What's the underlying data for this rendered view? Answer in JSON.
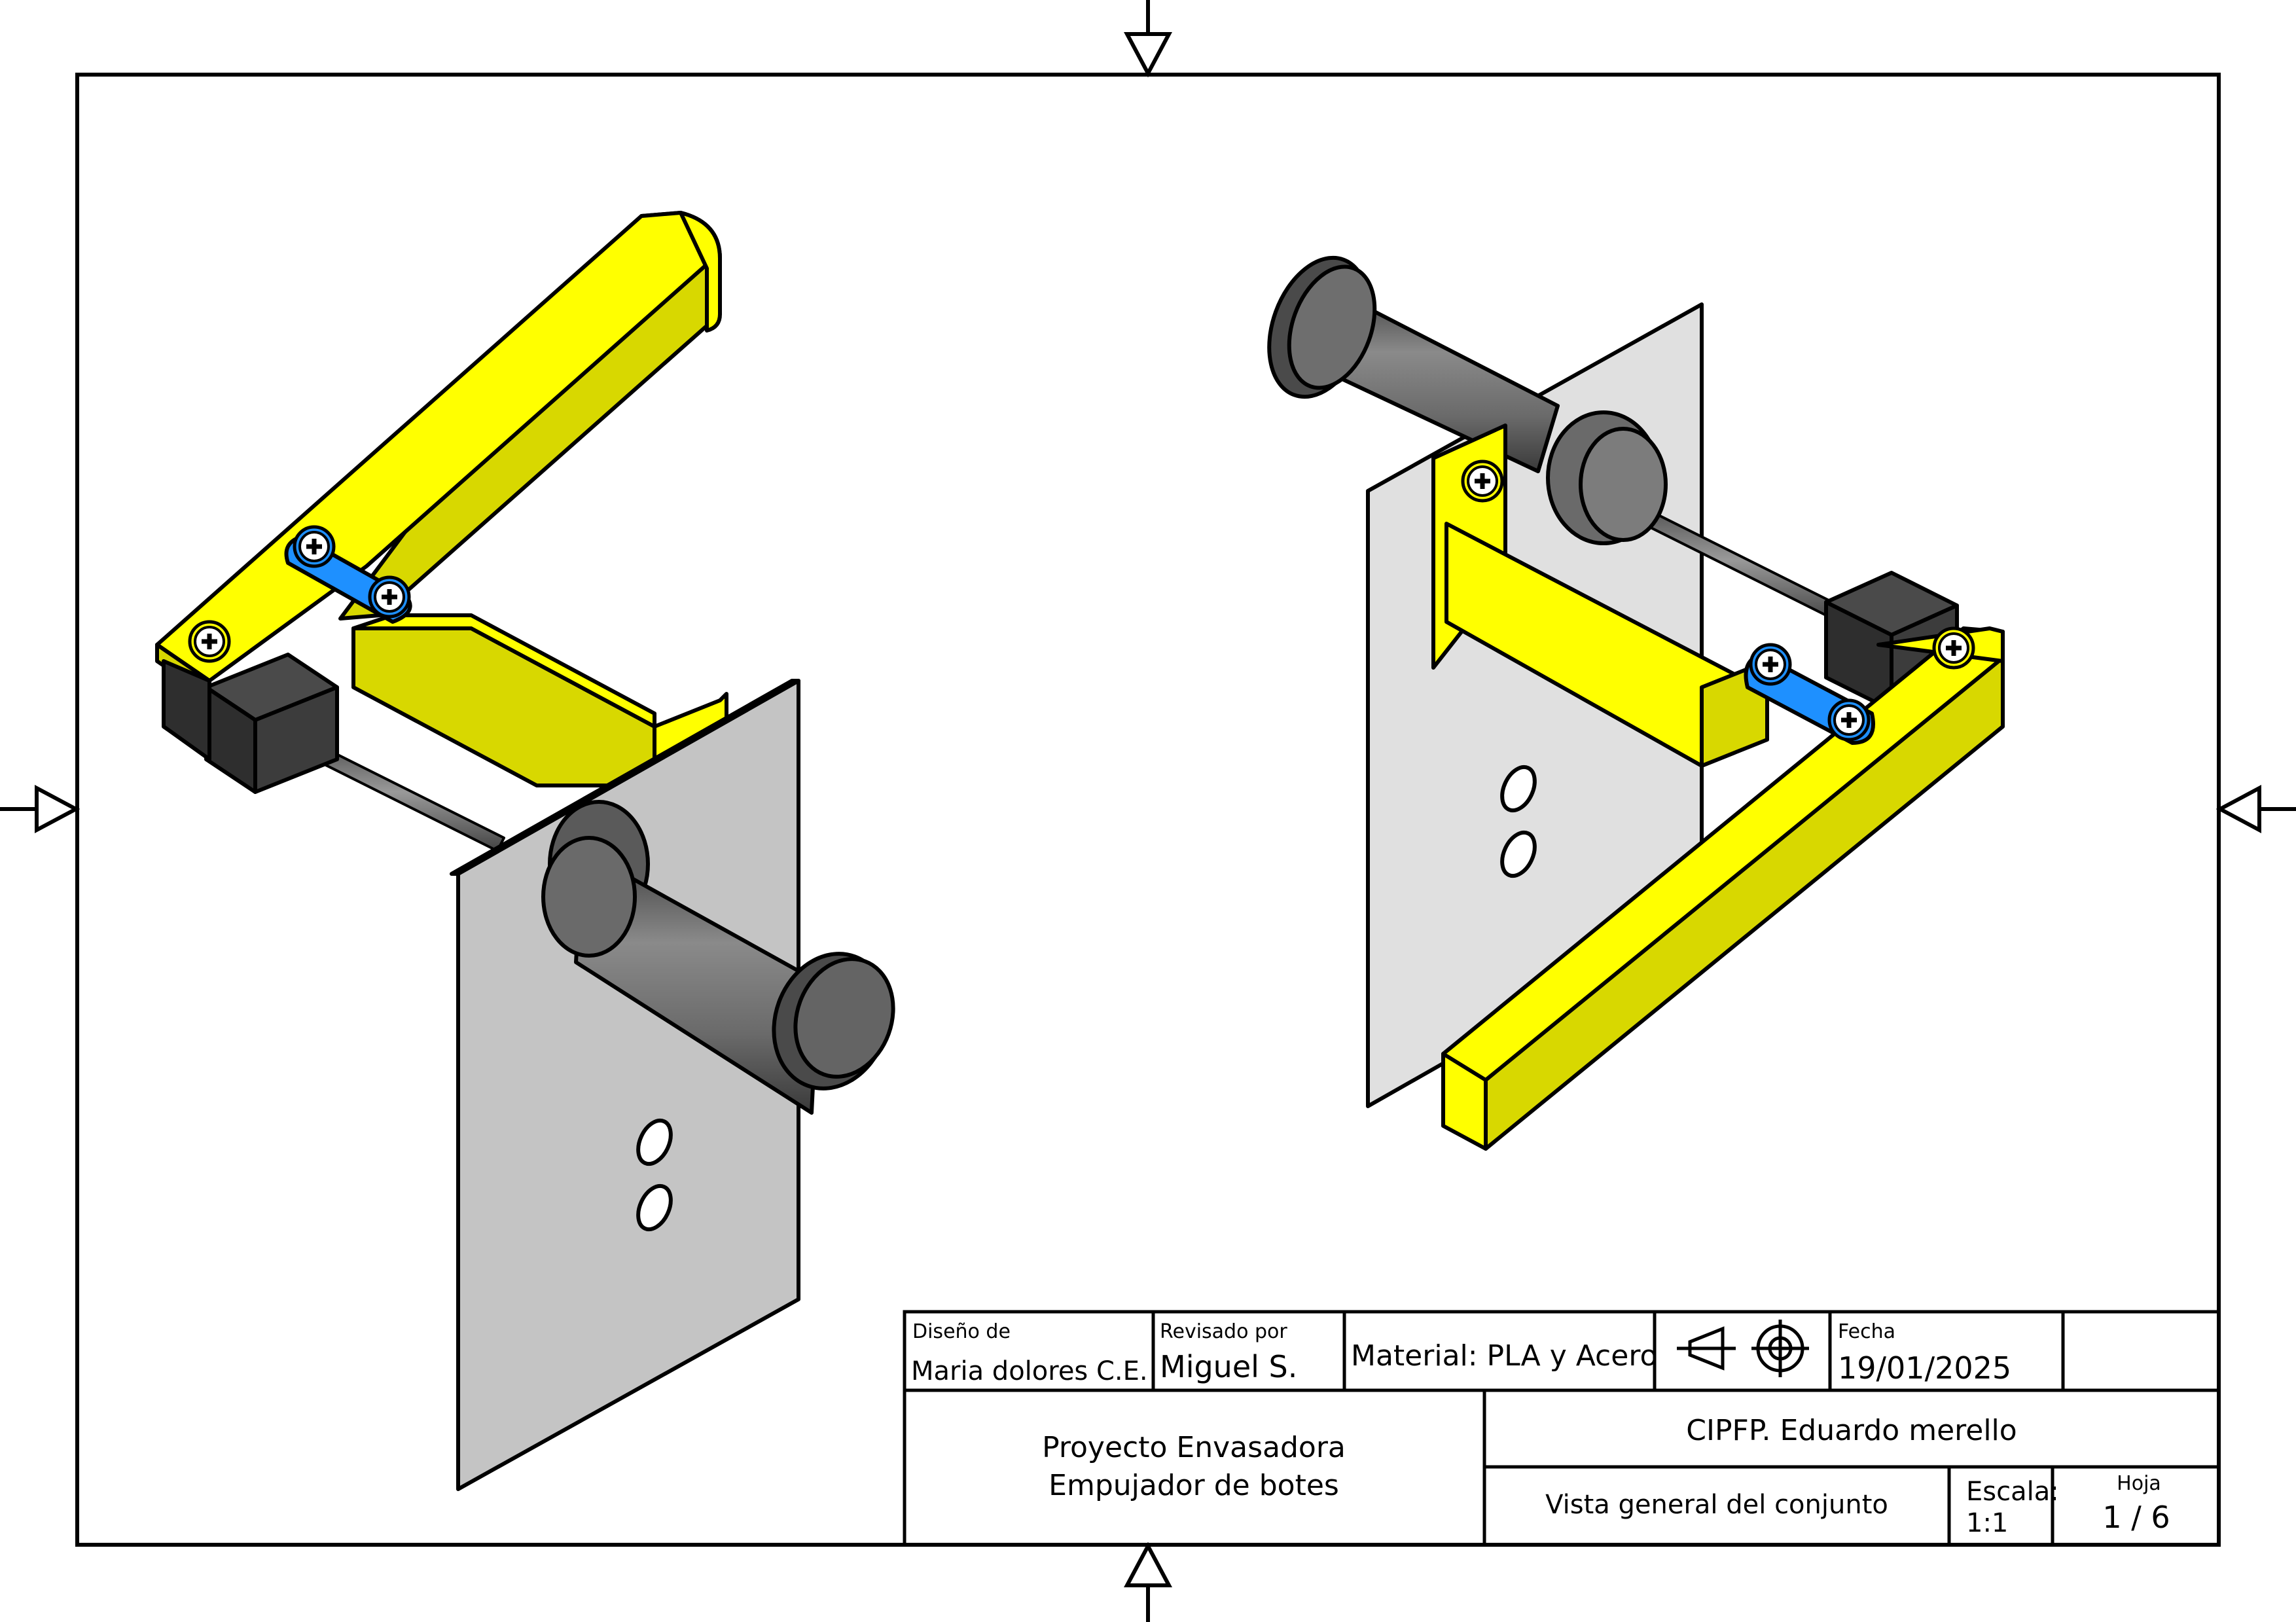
{
  "title_block": {
    "design_label": "Diseño de",
    "design_value": "Maria dolores C.E.",
    "reviewed_label": "Revisado por",
    "reviewed_value": "Miguel S.",
    "material": "Material: PLA y Acero",
    "date_label": "Fecha",
    "date_value": "19/01/2025",
    "project_line1": "Proyecto Envasadora",
    "project_line2": "Empujador de botes",
    "institution": "CIPFP. Eduardo merello",
    "view_title": "Vista general del conjunto",
    "scale_label": "Escala:",
    "scale_value": "1:1",
    "sheet_label": "Hoja",
    "sheet_value": "1 / 6"
  },
  "colors": {
    "frame": "#000000",
    "yellow_part": "#ffff00",
    "yellow_shade": "#d8d800",
    "blue_link": "#1e90ff",
    "steel_dark": "#555555",
    "steel_mid": "#6e6e6e",
    "plate_light": "#e0e0e0",
    "plate_mid": "#c4c4c4",
    "block_dark": "#3a3a3a"
  },
  "icons": [
    "projection-symbol-icon",
    "centering-mark-icon",
    "screw-head-icon"
  ]
}
